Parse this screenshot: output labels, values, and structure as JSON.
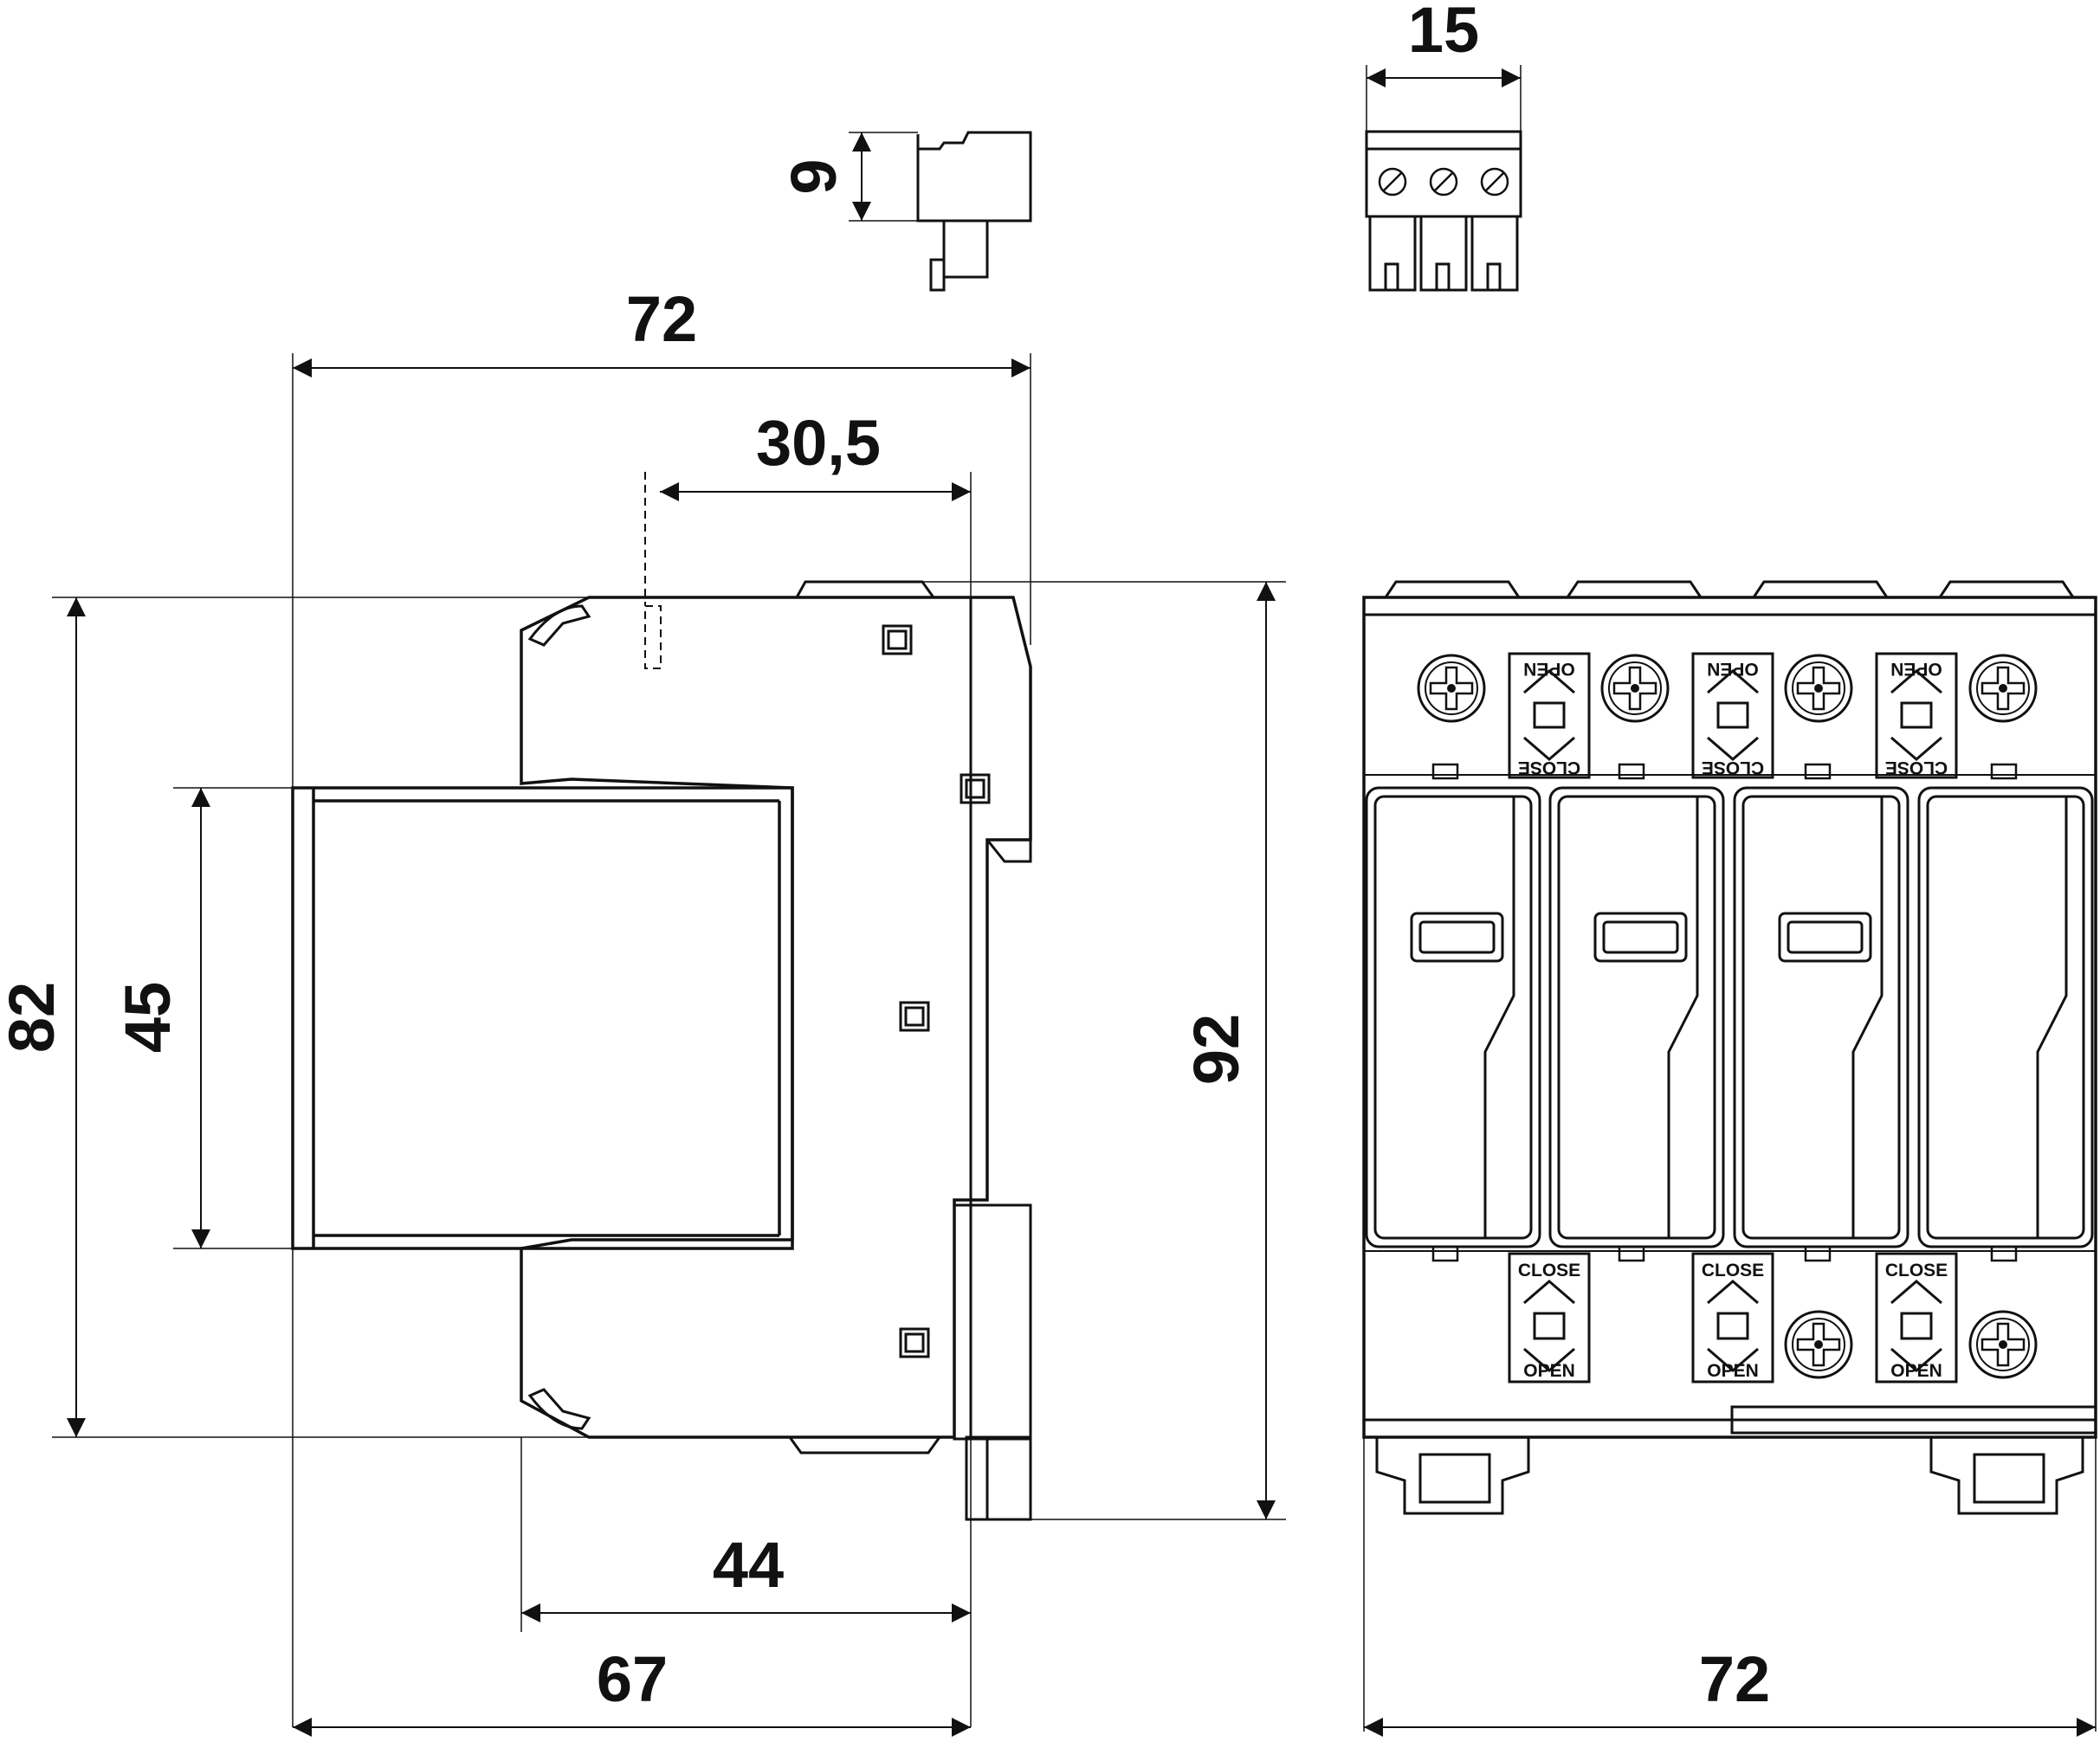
{
  "dimensions": {
    "side_width_overall": "72",
    "side_offset_top": "30,5",
    "side_height_overall": "82",
    "side_height_front": "45",
    "side_height_total": "92",
    "side_depth_mid": "44",
    "side_depth_overall": "67",
    "connector_width": "15",
    "connector_height": "9",
    "front_width": "72"
  },
  "labels": {
    "open": "OPEN",
    "close": "CLOSE"
  },
  "icons": [
    "arrow-icon",
    "screw-terminal-icon"
  ]
}
